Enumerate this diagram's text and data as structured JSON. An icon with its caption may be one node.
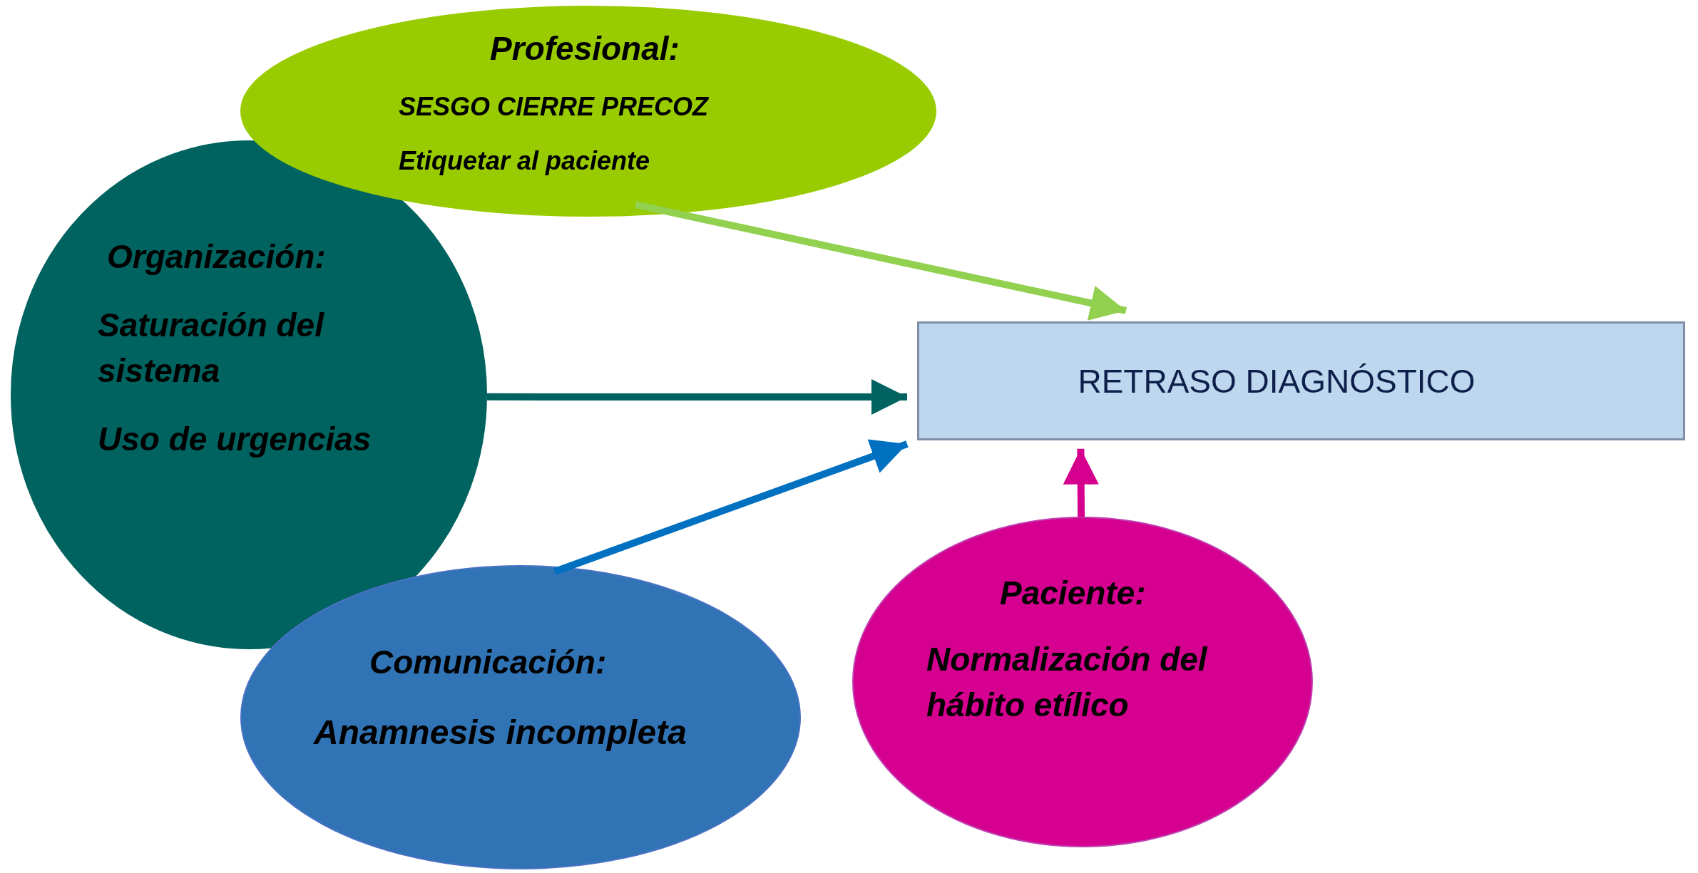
{
  "diagram": {
    "nodes": [
      {
        "text": [
          "Profesional:",
          "SESGO CIERRE PRECOZ",
          "Etiquetar al paciente"
        ]
      },
      {
        "text": [
          "Organización:",
          "Saturación del sistema",
          "Uso de urgencias"
        ]
      },
      {
        "text": [
          "Comunicación:",
          "Anamnesis incompleta"
        ]
      },
      {
        "text": [
          "Paciente:",
          "Normalización del hábito etílico"
        ]
      },
      {
        "text": [
          "RETRASO DIAGNÓSTICO"
        ]
      }
    ],
    "edges": [
      {
        "from": 0,
        "to": 4,
        "arrow": "to",
        "color": "#92d050"
      },
      {
        "from": 1,
        "to": 4,
        "arrow": "to",
        "color": "#00635f"
      },
      {
        "from": 2,
        "to": 4,
        "arrow": "to",
        "color": "#0070c0"
      },
      {
        "from": 3,
        "to": 4,
        "arrow": "to",
        "color": "#d6008f"
      }
    ]
  }
}
